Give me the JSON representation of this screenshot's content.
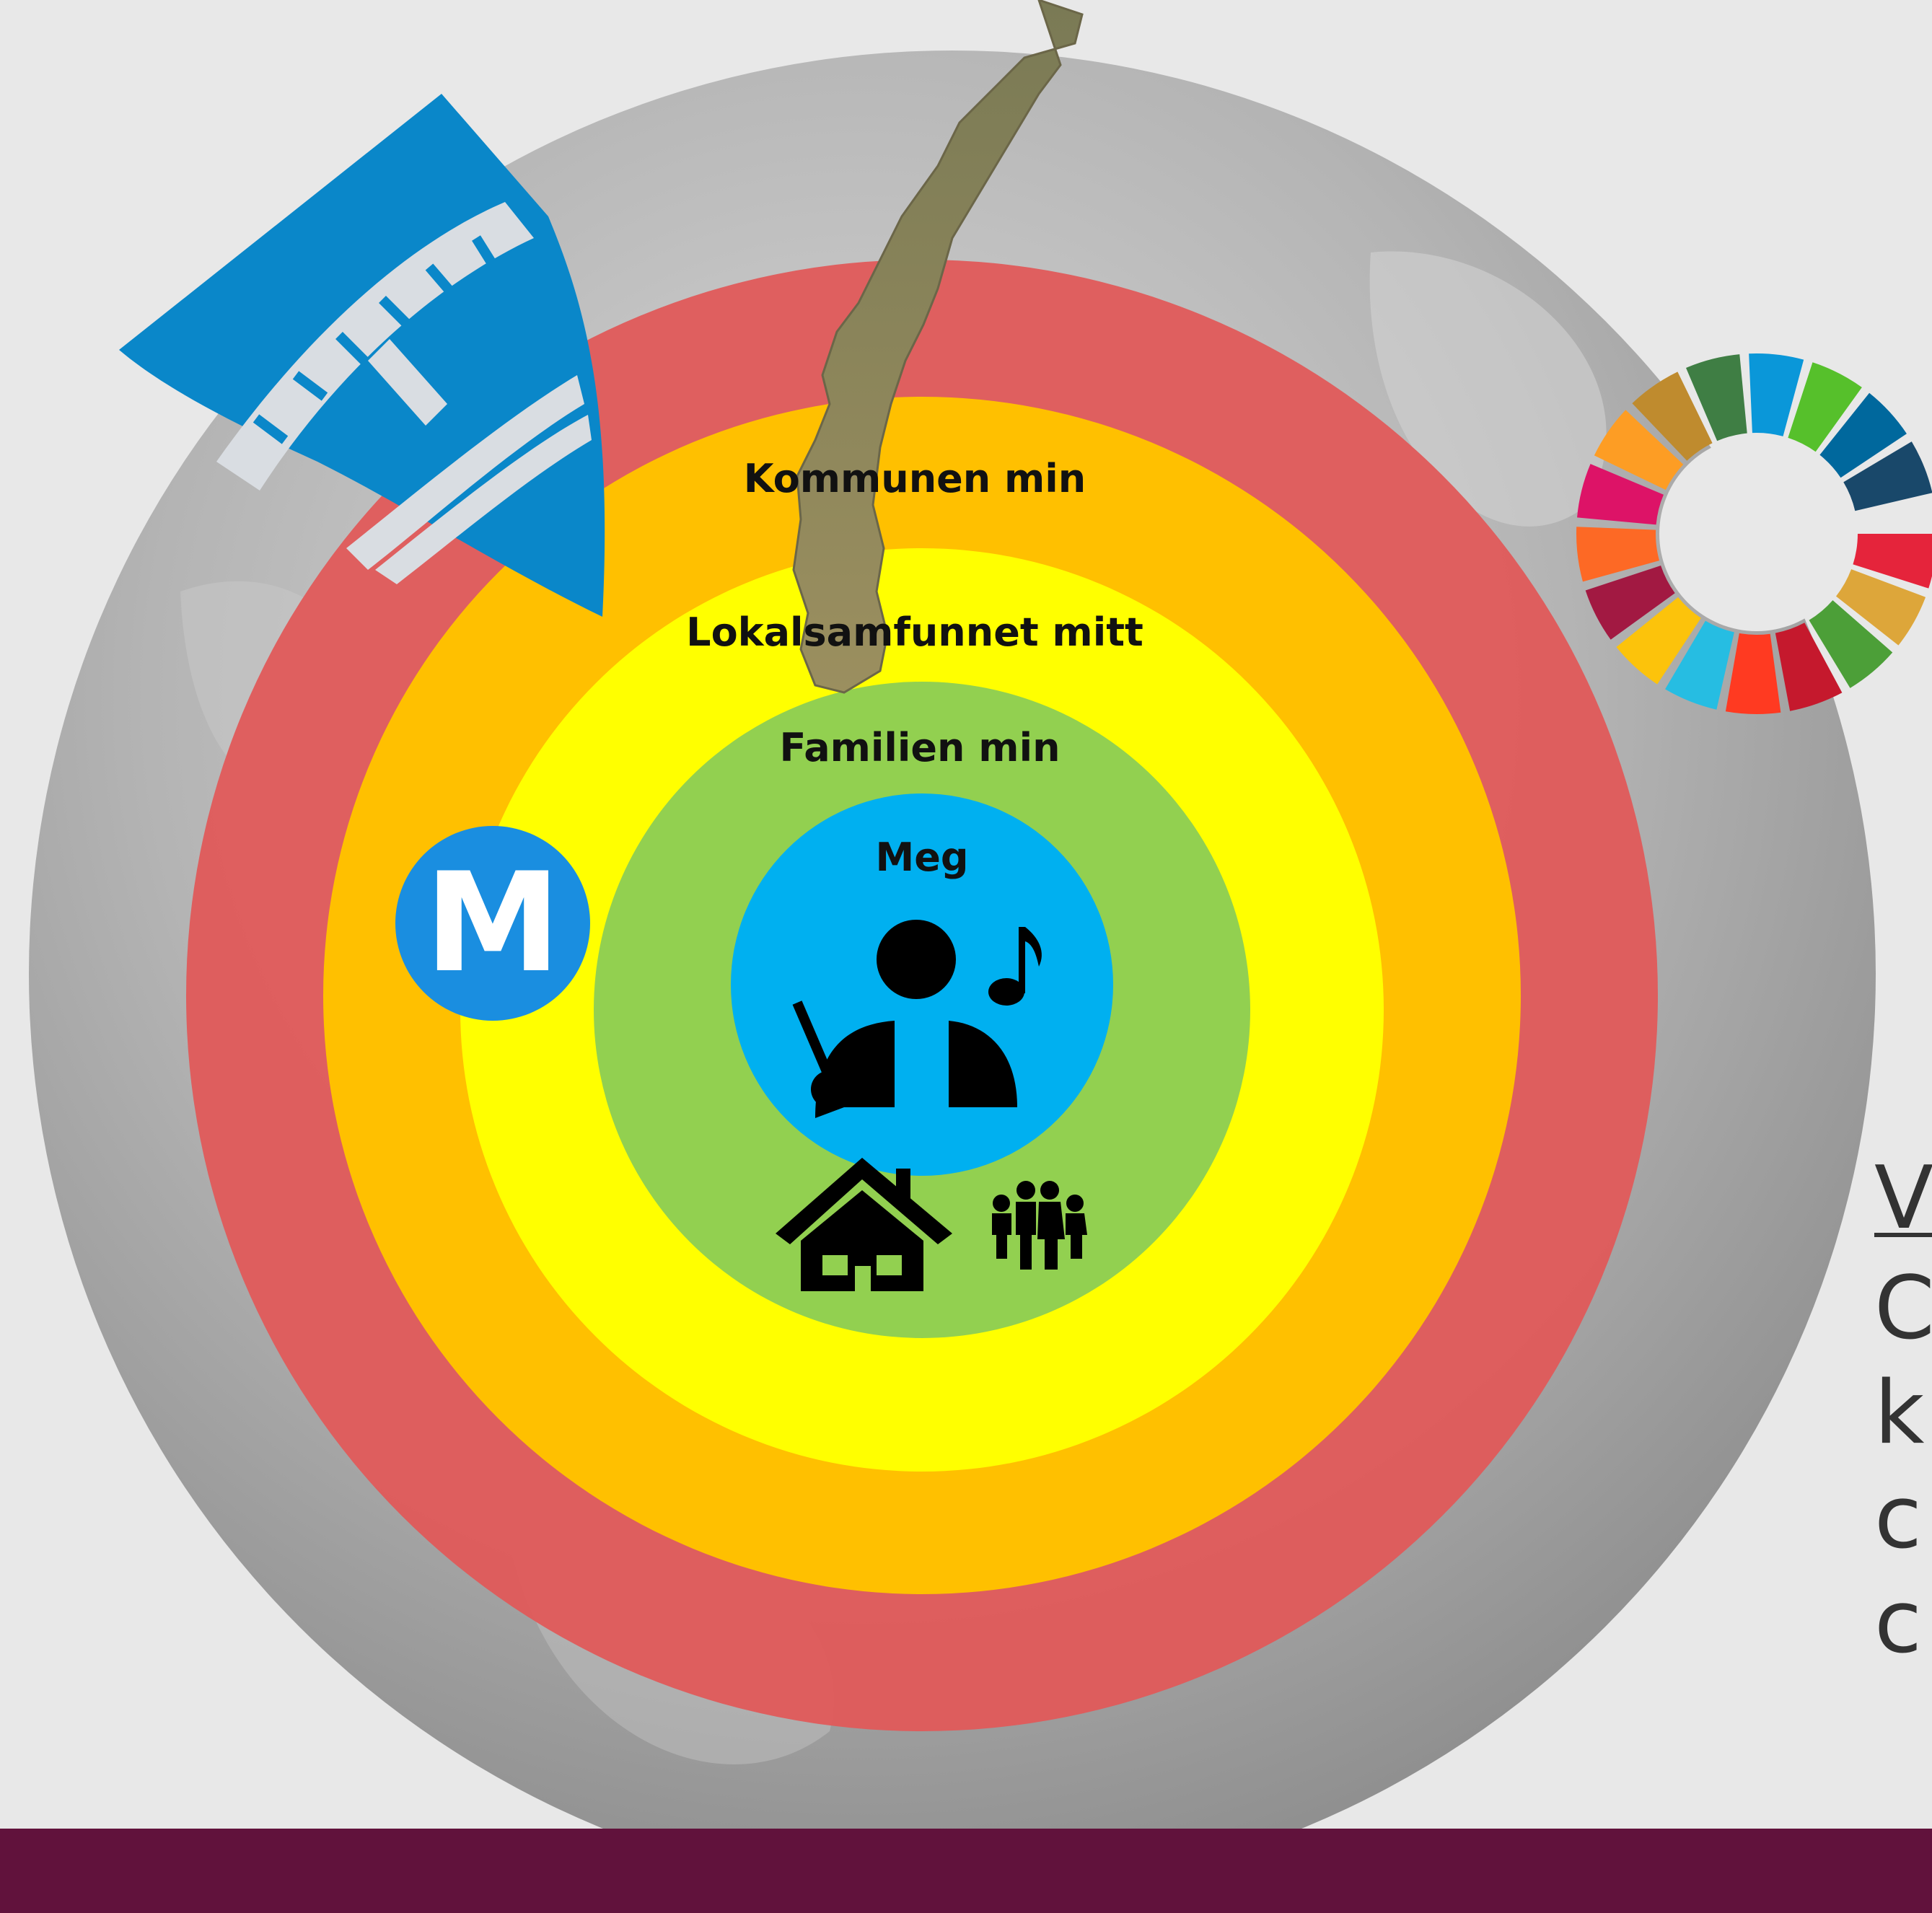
{
  "diagram": {
    "rings": [
      {
        "label": "Kommunen min",
        "color": "#e05a5a"
      },
      {
        "label": "Lokalsamfunnet mitt",
        "color": "#ffc000"
      },
      {
        "label": "Familien min",
        "color": "#ffff00"
      },
      {
        "label": "Meg",
        "color": "#92d050"
      },
      {
        "label": "",
        "color": "#00b0f0"
      }
    ],
    "badge_letter": "M",
    "side_text_lines": [
      "V",
      "C",
      "k",
      "c",
      "c"
    ]
  },
  "colors": {
    "background": "#e8e8e8",
    "globe": "#9c9c9c",
    "footer_bar": "#61123c",
    "crest_blue": "#0a87c9",
    "badge_blue": "#1a8ee0"
  },
  "icons": {
    "crest": "municipal-crest-icon",
    "norway": "norway-map-icon",
    "sdg": "sdg-wheel-icon",
    "badge": "m-badge-icon",
    "conductor": "conductor-person-icon",
    "note": "music-note-icon",
    "house": "house-icon",
    "family": "family-icon"
  }
}
